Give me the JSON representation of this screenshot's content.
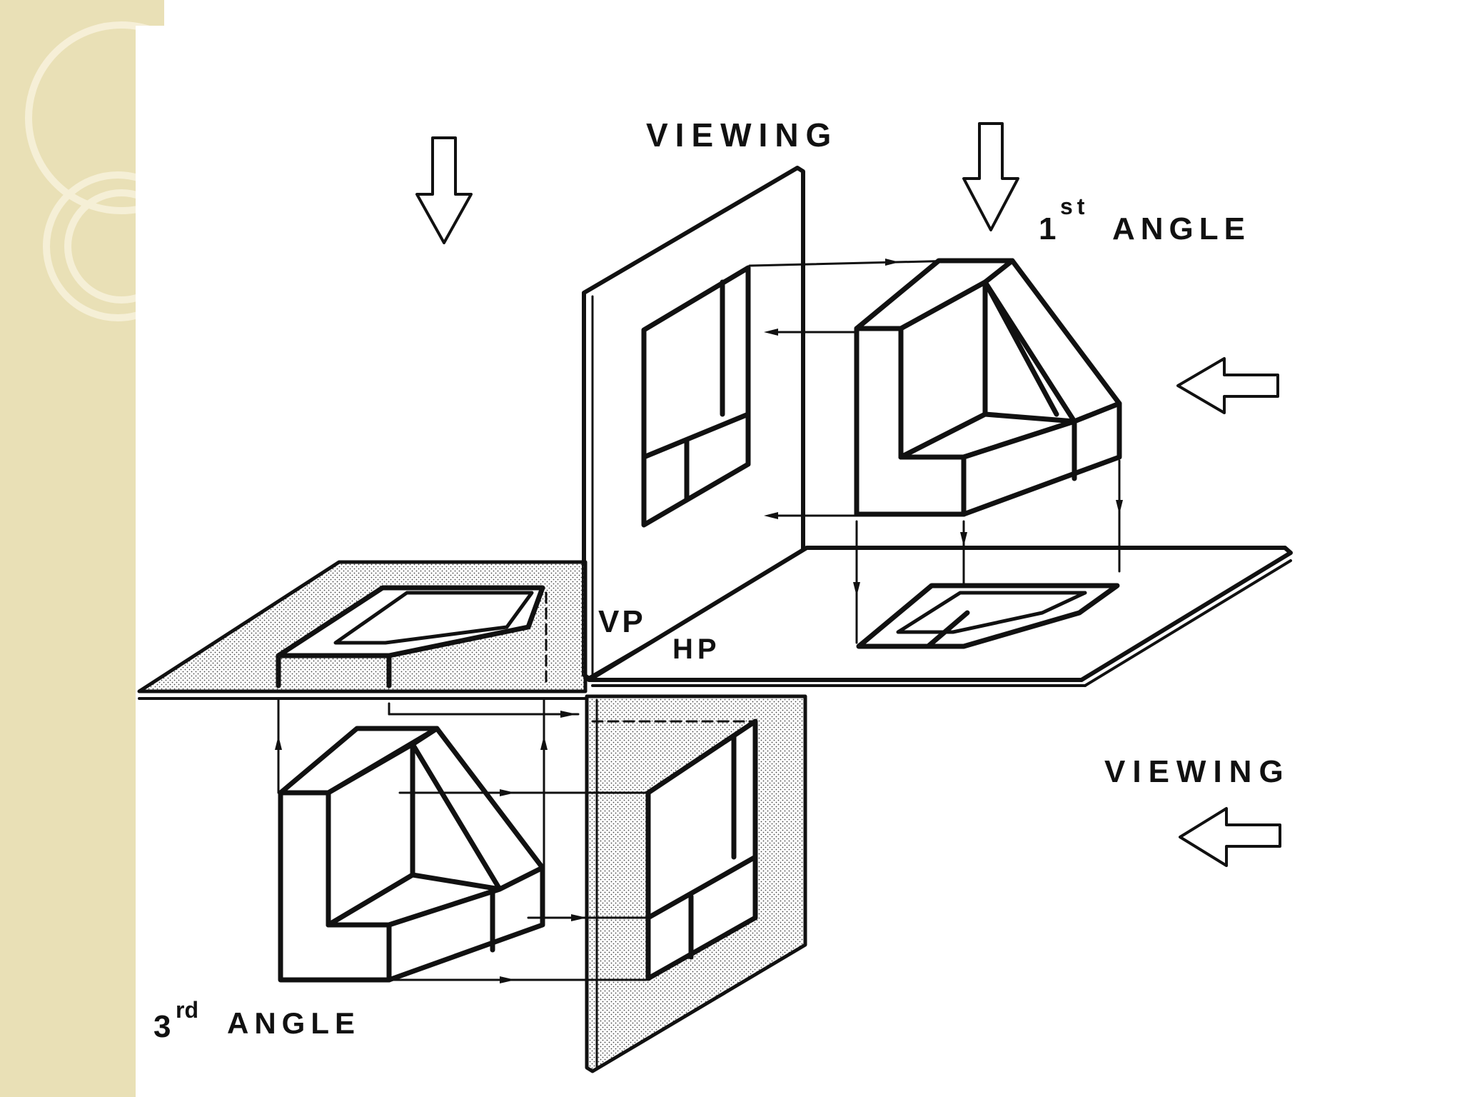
{
  "slide": {
    "theme": {
      "side_band_color": "#e9e0b6",
      "ring_color": "#f7f1da",
      "ink": "#111111",
      "stipple": "#444444"
    }
  },
  "diagram": {
    "labels": {
      "viewing_top": "VIEWING",
      "first_angle_number": "1",
      "first_angle_suffix": "st",
      "first_angle_word": "ANGLE",
      "vp": "VP",
      "hp": "HP",
      "viewing_side": "VIEWING",
      "third_angle_number": "3",
      "third_angle_suffix": "rd",
      "third_angle_word": "ANGLE"
    },
    "arrows": [
      "down-arrow-icon",
      "down-arrow-icon",
      "left-arrow-icon",
      "left-arrow-icon"
    ]
  }
}
